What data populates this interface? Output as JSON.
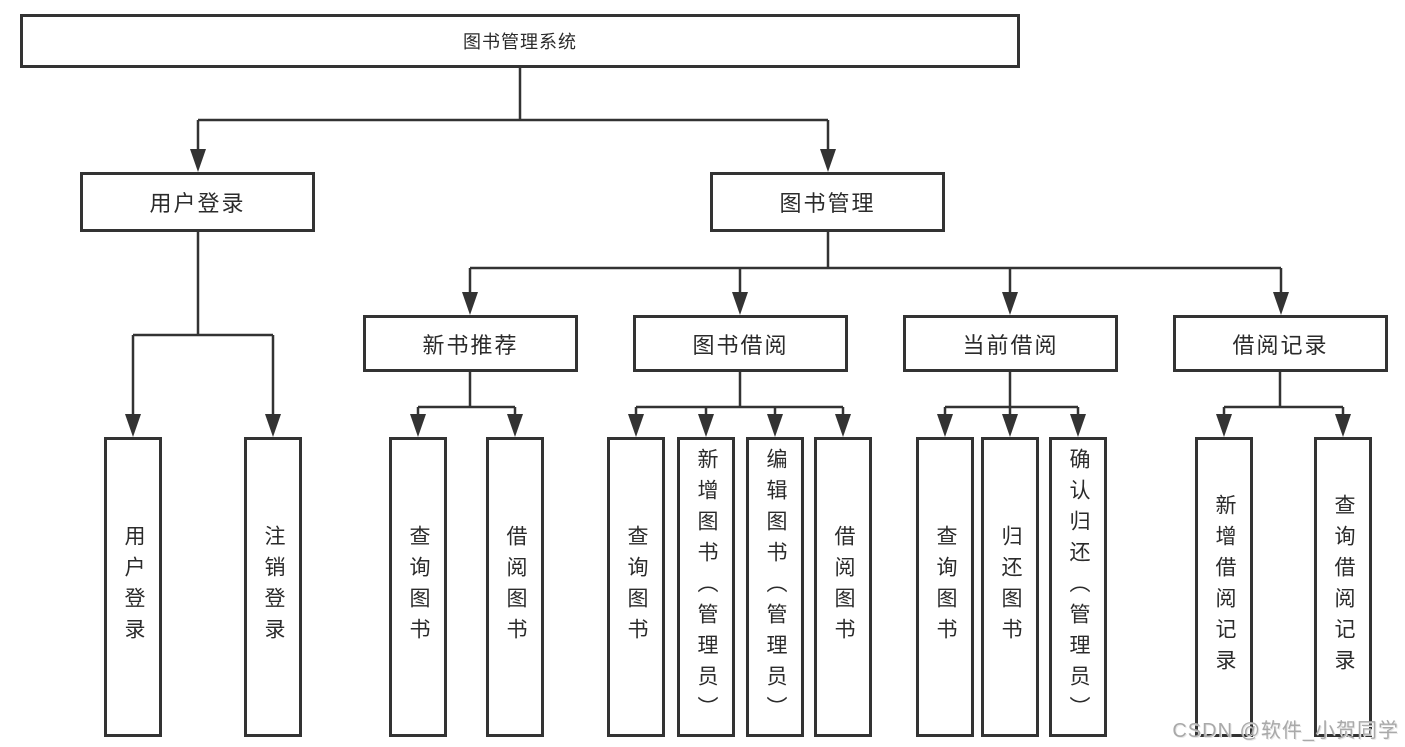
{
  "palette": {
    "line": "#333333",
    "text": "#2b2b2b",
    "box_fill": "#ffffff",
    "watermark": "#a9a9a9"
  },
  "tree": {
    "root": "图书管理系统",
    "level2": {
      "user_login": "用户登录",
      "book_mgmt": "图书管理"
    },
    "level3": {
      "new_book_rec": "新书推荐",
      "book_borrow": "图书借阅",
      "current_borrow": "当前借阅",
      "borrow_records": "借阅记录"
    },
    "leaves": {
      "user_login": "用户登录",
      "logout": "注销登录",
      "nb_query_book": "查询图书",
      "nb_borrow_book": "借阅图书",
      "bb_query_book": "查询图书",
      "bb_add_book": "新增图书（管理员）",
      "bb_edit_book": "编辑图书（管理员）",
      "bb_borrow_book": "借阅图书",
      "cb_query_book": "查询图书",
      "cb_return_book": "归还图书",
      "cb_confirm_return": "确认归还（管理员）",
      "br_add_record": "新增借阅记录",
      "br_query_record": "查询借阅记录"
    }
  },
  "watermark": "CSDN @软件_小贺同学"
}
